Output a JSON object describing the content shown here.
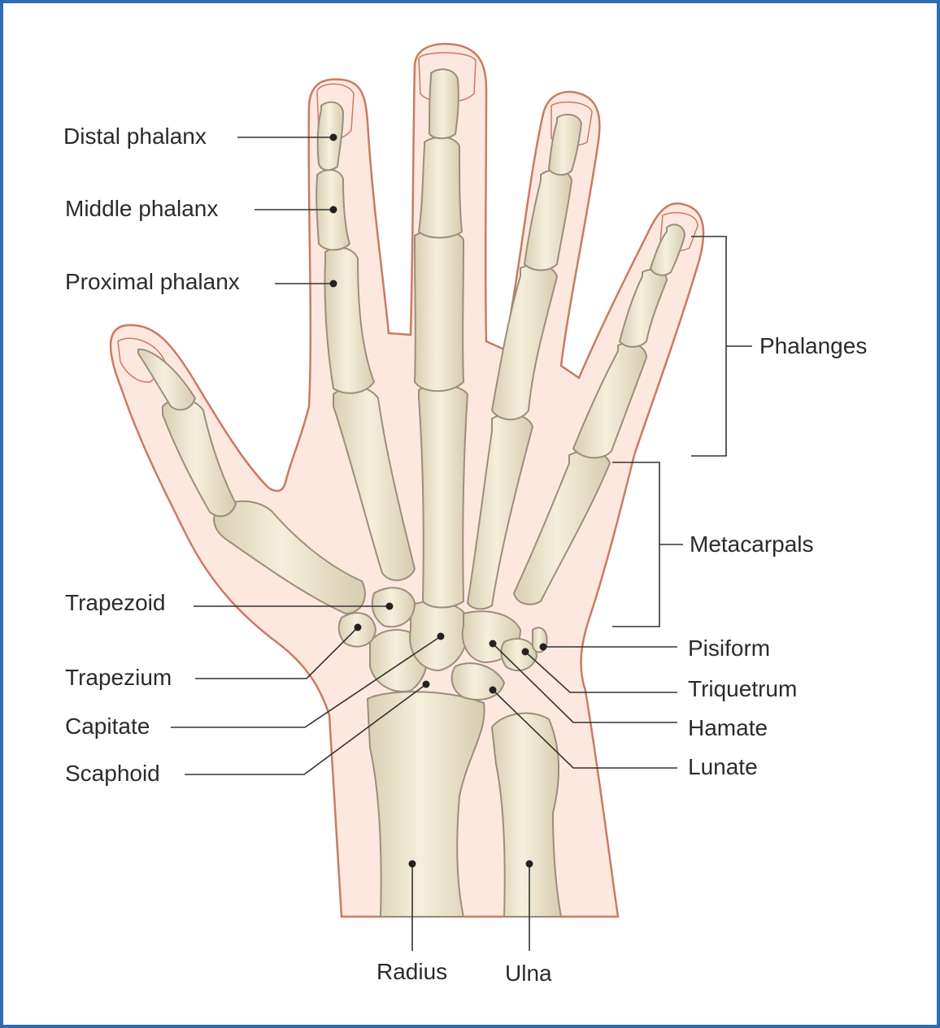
{
  "figure": {
    "type": "anatomical illustration",
    "subject": "bones of the hand and wrist (dorsal view)",
    "frame_color": "#2f6db3",
    "skin_fill": "#fde8df",
    "skin_outline": "#c97b63",
    "bone_fill": "#ece4cc",
    "bone_outline": "#9a8f7c",
    "leader_color": "#333333"
  },
  "labels": {
    "distal_phalanx": "Distal phalanx",
    "middle_phalanx": "Middle phalanx",
    "proximal_phalanx": "Proximal phalanx",
    "phalanges": "Phalanges",
    "metacarpals": "Metacarpals",
    "trapezoid": "Trapezoid",
    "trapezium": "Trapezium",
    "capitate": "Capitate",
    "scaphoid": "Scaphoid",
    "pisiform": "Pisiform",
    "triquetrum": "Triquetrum",
    "hamate": "Hamate",
    "lunate": "Lunate",
    "radius": "Radius",
    "ulna": "Ulna"
  }
}
